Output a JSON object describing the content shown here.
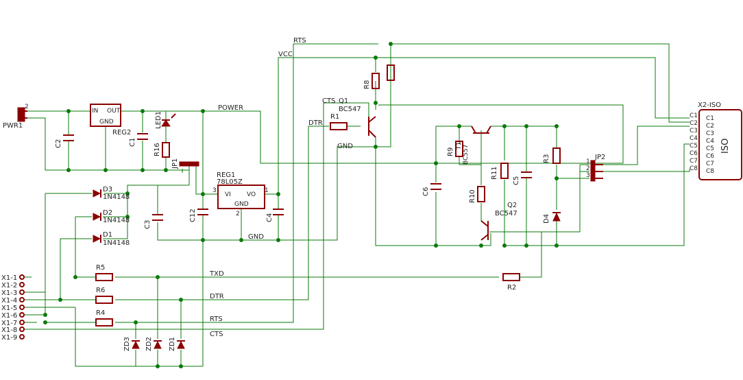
{
  "components": {
    "pwr1": "PWR1",
    "reg2": "REG2",
    "reg2_in": "IN",
    "reg2_out": "OUT",
    "reg2_gnd": "GND",
    "c2": "C2",
    "c1": "C1",
    "led1": "LED1",
    "r16": "R16",
    "jp1": "JP1",
    "reg1": "REG1",
    "reg1_part": "78L05Z",
    "reg1_vi": "VI",
    "reg1_vo": "VO",
    "reg1_gnd": "GND",
    "c12": "C12",
    "c3": "C3",
    "c4": "C4",
    "d1": "D1",
    "d2": "D2",
    "d3": "D3",
    "diode_part": "1N4148",
    "r4": "R4",
    "r5": "R5",
    "r6": "R6",
    "r1": "R1",
    "r2": "R2",
    "r3": "R3",
    "r8": "R8",
    "r9": "R9",
    "r10": "R10",
    "r11": "R11",
    "q1": "Q1",
    "q1_part": "BC547",
    "q2": "Q2",
    "q2_part": "BC547",
    "t1": "T1",
    "t1_part": "BC557",
    "c5": "C5",
    "c6": "C6",
    "d4": "D4",
    "jp2": "JP2",
    "zd1": "ZD1",
    "zd2": "ZD2",
    "zd3": "ZD3",
    "x2": "X2-ISO",
    "iso": "ISO"
  },
  "nets": {
    "power": "POWER",
    "gnd_top": "GND",
    "gnd_mid": "GND",
    "vcc": "VCC",
    "rts_top": "RTS",
    "cts_q1": "CTS",
    "dtr_r1": "DTR",
    "txd": "TXD",
    "dtr": "DTR",
    "rts": "RTS",
    "cts": "CTS"
  },
  "connector_x1": [
    "X1-1",
    "X1-2",
    "X1-3",
    "X1-4",
    "X1-5",
    "X1-6",
    "X1-7",
    "X1-8",
    "X1-9"
  ],
  "connector_x2_pins": [
    "C1",
    "C2",
    "C3",
    "C4",
    "C5",
    "C6",
    "C7",
    "C8"
  ],
  "pin_numbers": {
    "one": "1",
    "two": "2",
    "three": "3"
  },
  "colors": {
    "wire": "#0a7a0a",
    "component": "#8b0000",
    "text": "#222222"
  }
}
